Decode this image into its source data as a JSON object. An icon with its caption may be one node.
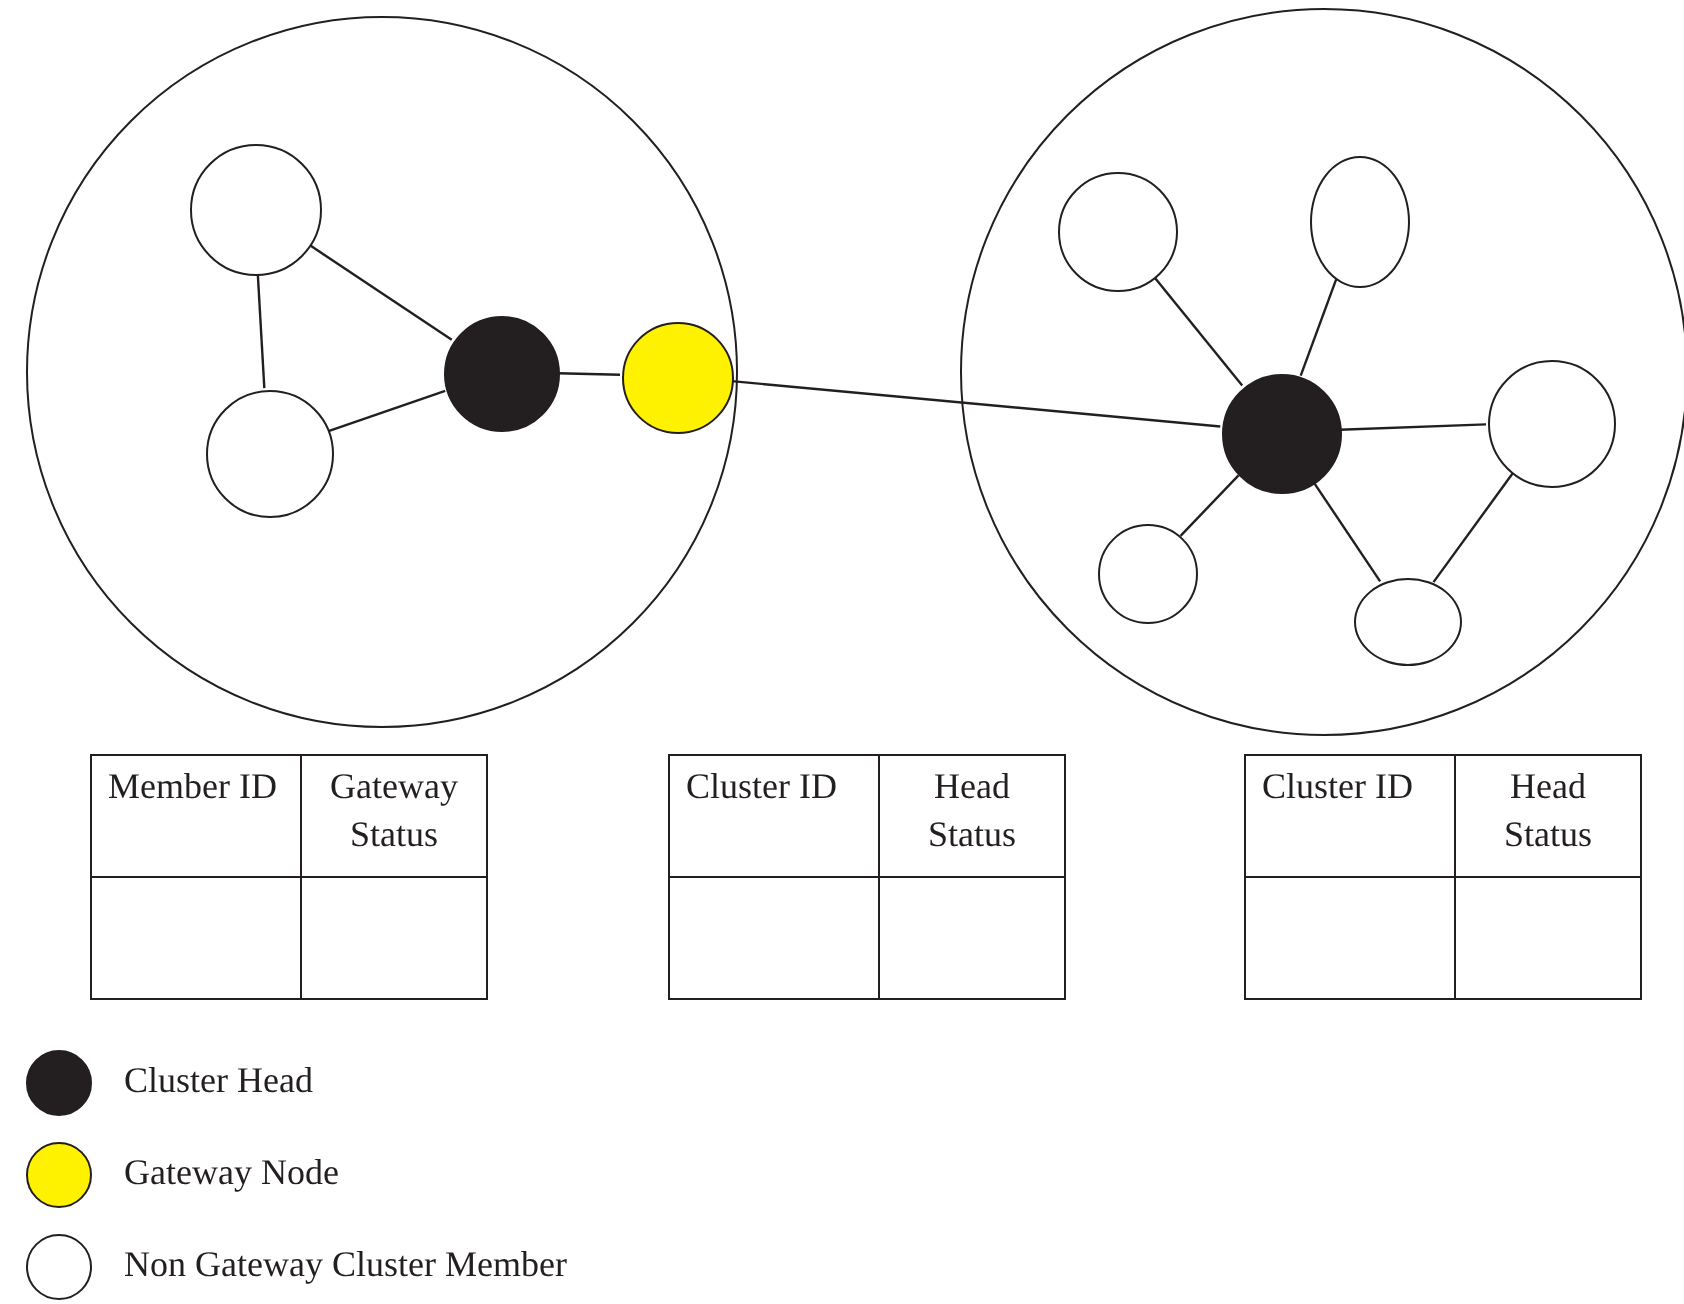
{
  "diagram": {
    "nodes": [
      {
        "text": [],
        "shape": "circle"
      },
      {
        "text": [],
        "shape": "circle",
        "in": 0
      },
      {
        "text": [],
        "shape": "circle",
        "in": 0
      },
      {
        "text": [],
        "shape": "circle",
        "in": 0
      },
      {
        "text": [],
        "shape": "circle",
        "in": 0
      },
      {
        "text": [],
        "shape": "circle"
      },
      {
        "text": [],
        "shape": "circle",
        "in": 5
      },
      {
        "text": [],
        "shape": "ellipse",
        "in": 5
      },
      {
        "text": [],
        "shape": "circle",
        "in": 5
      },
      {
        "text": [],
        "shape": "circle",
        "in": 5
      },
      {
        "text": [],
        "shape": "circle",
        "in": 5
      },
      {
        "text": [],
        "shape": "ellipse",
        "in": 5
      }
    ],
    "edges": [
      {
        "from": 1,
        "to": 3,
        "arrow": "none"
      },
      {
        "from": 1,
        "to": 2,
        "arrow": "none"
      },
      {
        "from": 2,
        "to": 3,
        "arrow": "none"
      },
      {
        "from": 3,
        "to": 4,
        "arrow": "none"
      },
      {
        "from": 4,
        "to": 8,
        "arrow": "none"
      },
      {
        "from": 8,
        "to": 6,
        "arrow": "none"
      },
      {
        "from": 8,
        "to": 7,
        "arrow": "none"
      },
      {
        "from": 8,
        "to": 9,
        "arrow": "none"
      },
      {
        "from": 8,
        "to": 10,
        "arrow": "none"
      },
      {
        "from": 8,
        "to": 11,
        "arrow": "none"
      },
      {
        "from": 9,
        "to": 11,
        "arrow": "none"
      }
    ],
    "labels": [
      "Member ID",
      "Gateway Status",
      "Cluster ID",
      "Head Status",
      "Cluster ID",
      "Head Status"
    ],
    "legend": [
      {
        "text": "Cluster Head",
        "color": "#231f20"
      },
      {
        "text": "Gateway Node",
        "color": "#fff200"
      },
      {
        "text": "Non Gateway Cluster Member",
        "color": "#ffffff"
      }
    ]
  }
}
